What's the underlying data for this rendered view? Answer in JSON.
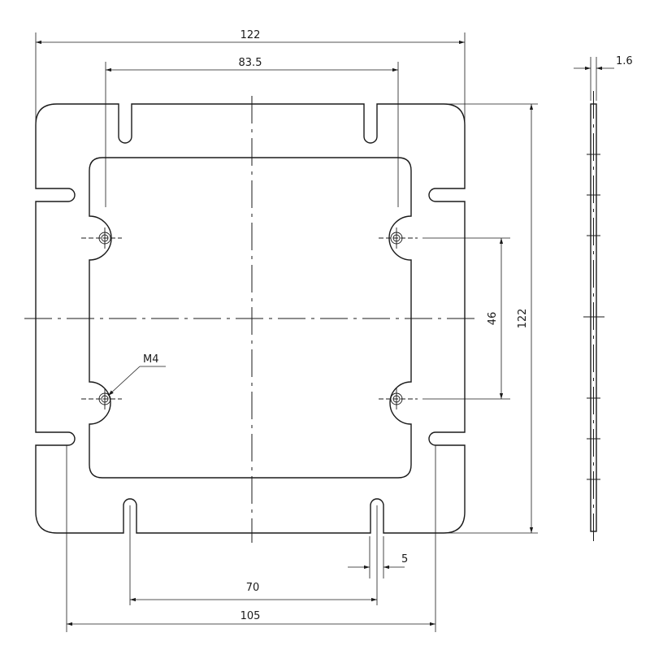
{
  "dimensions": {
    "overall_width": "122",
    "top_slot_spacing": "83.5",
    "thickness": "1.6",
    "hole_spacing_vertical": "46",
    "overall_height": "122",
    "thread_callout": "M4",
    "slot_width": "5",
    "bottom_slot_spacing": "70",
    "bottom_outer_spacing": "105"
  }
}
